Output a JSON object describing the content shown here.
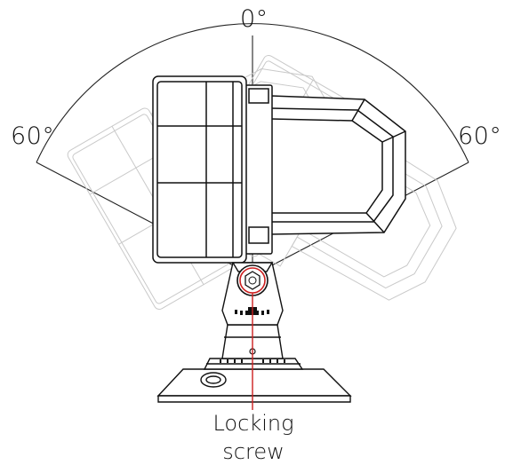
{
  "labels": {
    "top_angle": "0°",
    "left_angle": "60°",
    "right_angle": "60°",
    "caption_line1": "Locking",
    "caption_line2": "screw"
  },
  "colors": {
    "line": "#111111",
    "ghost": "#c8c8c8",
    "accent": "#cc1f1f"
  }
}
